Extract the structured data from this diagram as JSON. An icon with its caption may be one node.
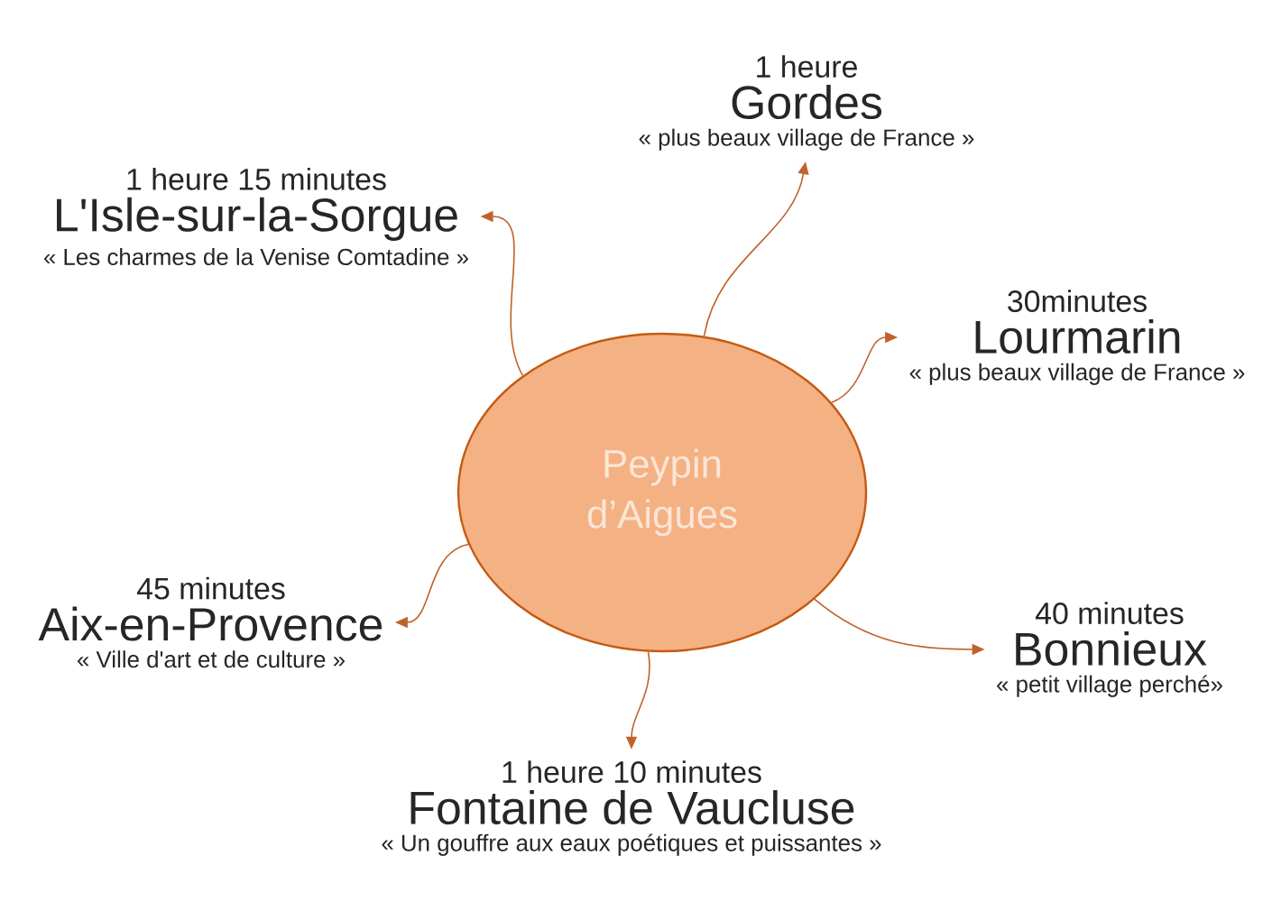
{
  "diagram": {
    "nodes": [
      {
        "text": [
          "Peypin d’Aigues"
        ]
      },
      {
        "text": [
          "1 heure",
          "Gordes",
          "« plus beaux village de France »"
        ]
      },
      {
        "text": [
          "30minutes",
          "Lourmarin",
          "« plus beaux village de France »"
        ]
      },
      {
        "text": [
          "1 heure 15 minutes",
          "L'Isle-sur-la-Sorgue",
          "« Les charmes de la Venise Comtadine »"
        ]
      },
      {
        "text": [
          "45 minutes",
          "Aix-en-Provence",
          "« Ville d'art et de culture »"
        ]
      },
      {
        "text": [
          "40 minutes",
          "Bonnieux",
          "« petit village perché»"
        ]
      },
      {
        "text": [
          "1 heure 10 minutes",
          "Fontaine de Vaucluse",
          "« Un gouffre aux eaux poétiques et puissantes »"
        ]
      }
    ],
    "edges": [
      {
        "from": 0,
        "to": 1,
        "arrow": "to"
      },
      {
        "from": 0,
        "to": 2,
        "arrow": "to"
      },
      {
        "from": 0,
        "to": 3,
        "arrow": "to"
      },
      {
        "from": 0,
        "to": 4,
        "arrow": "to"
      },
      {
        "from": 0,
        "to": 5,
        "arrow": "to"
      },
      {
        "from": 0,
        "to": 6,
        "arrow": "to"
      }
    ]
  }
}
